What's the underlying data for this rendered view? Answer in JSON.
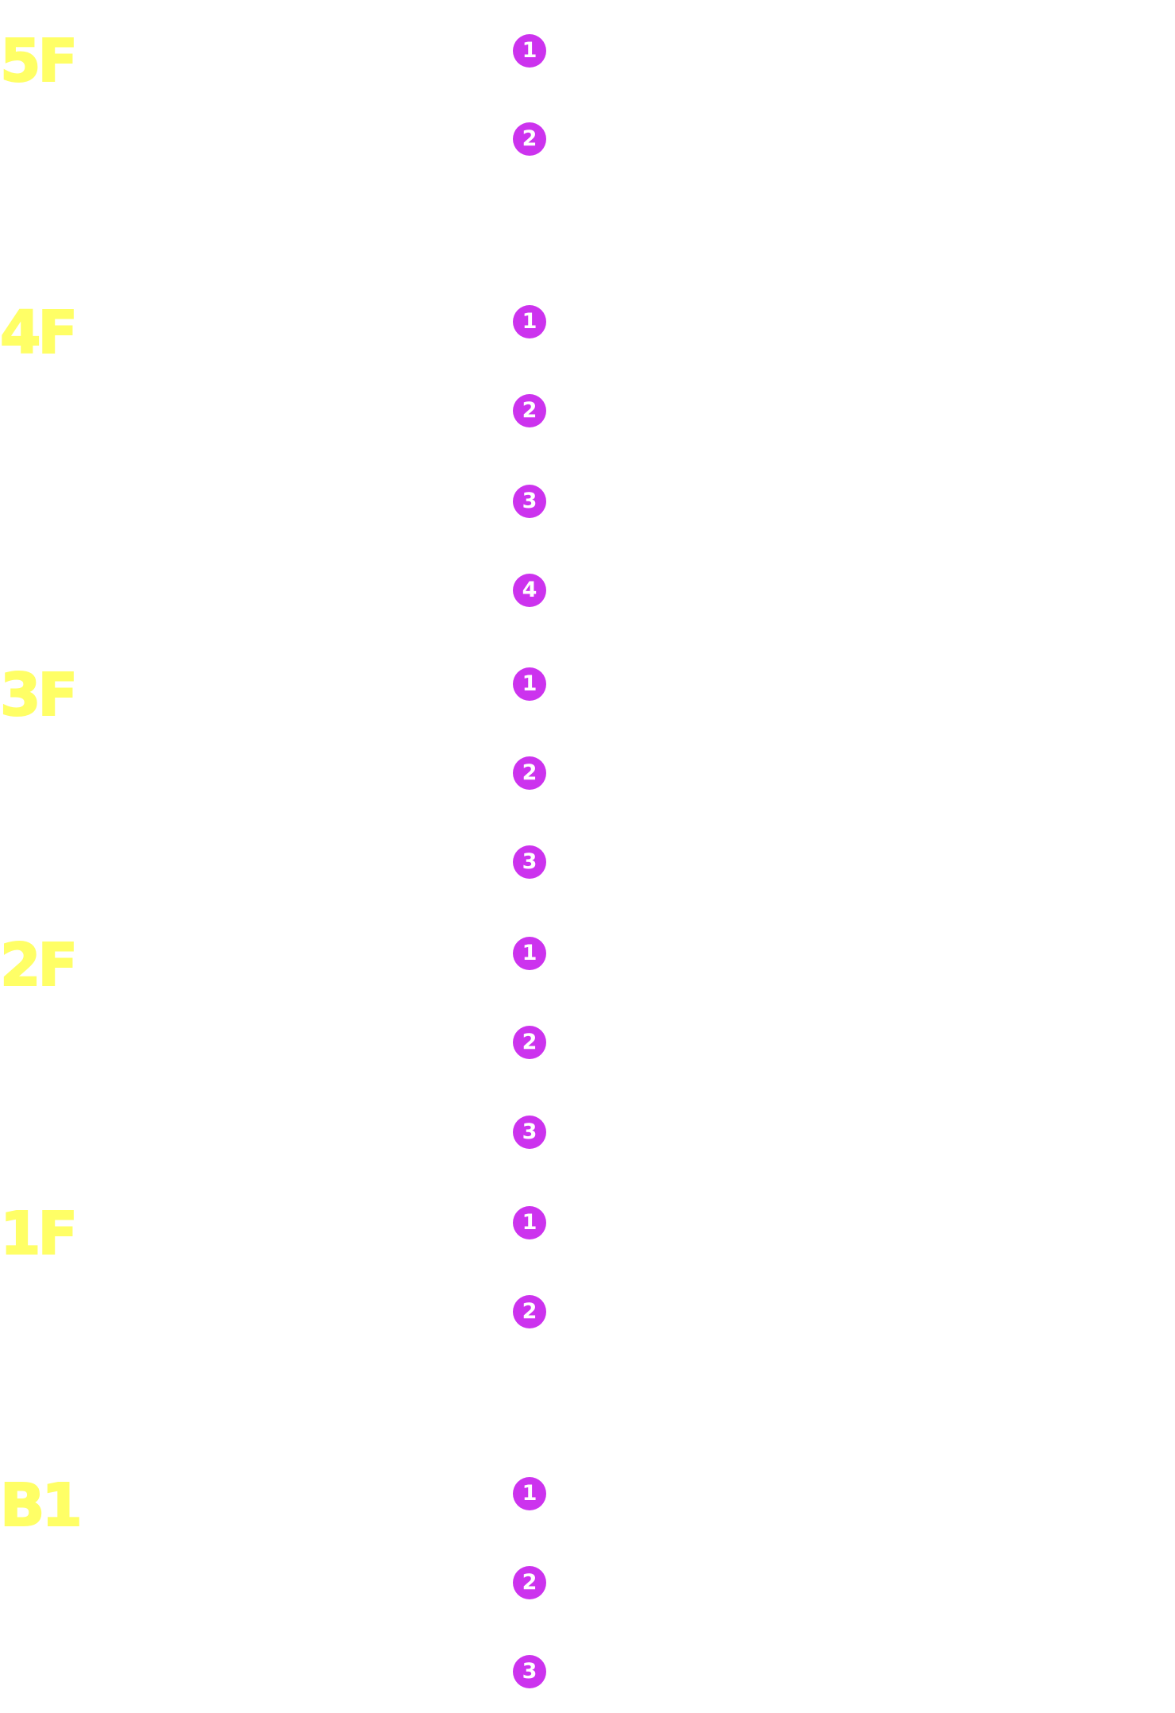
{
  "floors": [
    {
      "label": "5F",
      "items": [
        "1",
        "2"
      ]
    },
    {
      "label": "4F",
      "items": [
        "1",
        "2",
        "3",
        "4"
      ]
    },
    {
      "label": "3F",
      "items": [
        "1",
        "2",
        "3"
      ]
    },
    {
      "label": "2F",
      "items": [
        "1",
        "2",
        "3"
      ]
    },
    {
      "label": "1F",
      "items": [
        "1",
        "2"
      ]
    },
    {
      "label": "B1",
      "items": [
        "1",
        "2",
        "3"
      ]
    }
  ],
  "colors": {
    "floor_label": "#ffff66",
    "badge_bg": "#cc33ee",
    "badge_text": "#ffffff",
    "background": "#ffffff"
  }
}
